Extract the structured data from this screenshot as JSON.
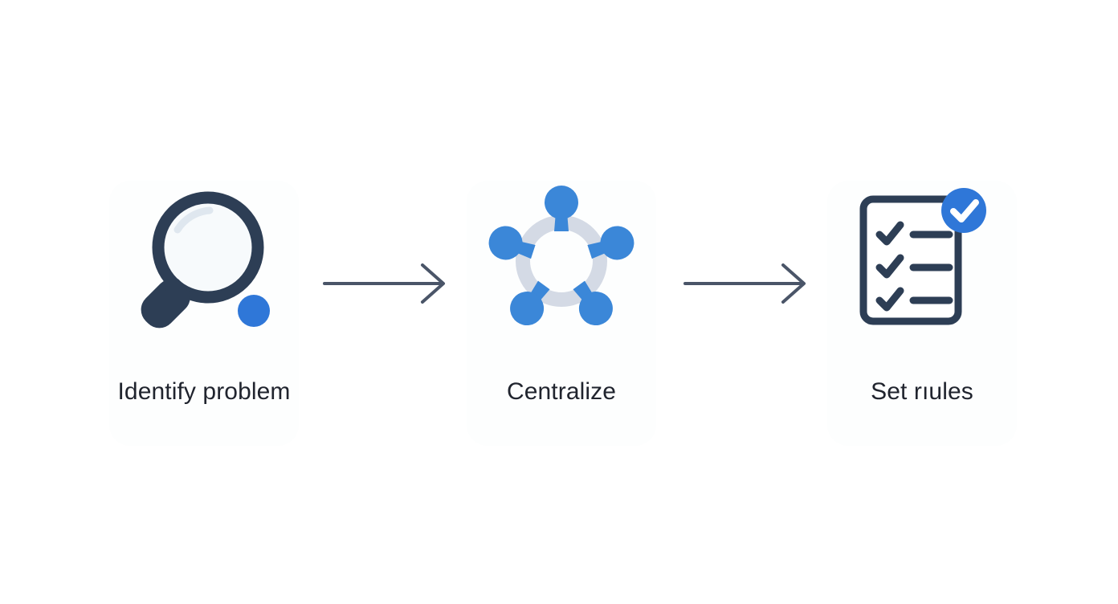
{
  "diagram": {
    "title": "Identify problem → Centralize → Set rules",
    "background_color": "#ffffff",
    "colors": {
      "navy": "#2d3e55",
      "blue": "#2f77d8",
      "node_blue": "#3b87d8",
      "ring_gray": "#d4dae5",
      "lens_fill": "#f7fafc",
      "arrow": "#4a5568",
      "label_text": "#20242e",
      "card_bg": "#fdfefe"
    },
    "steps": [
      {
        "index": 1,
        "label": "Identify problem",
        "icon": "magnifier-icon",
        "icon_description": "magnifying glass with blue dot"
      },
      {
        "index": 2,
        "label": "Centralize",
        "icon": "hub-network-icon",
        "icon_description": "five blue nodes connected to a central gray ring"
      },
      {
        "index": 3,
        "label": "Set rıules",
        "icon": "checklist-icon",
        "icon_description": "clipboard with three checkmarks and blue check badge"
      }
    ],
    "connectors": [
      {
        "index": 1,
        "icon": "arrow-right-icon",
        "from": "Identify problem",
        "to": "Centralize"
      },
      {
        "index": 2,
        "icon": "arrow-right-icon",
        "from": "Centralize",
        "to": "Set rıules"
      }
    ]
  }
}
